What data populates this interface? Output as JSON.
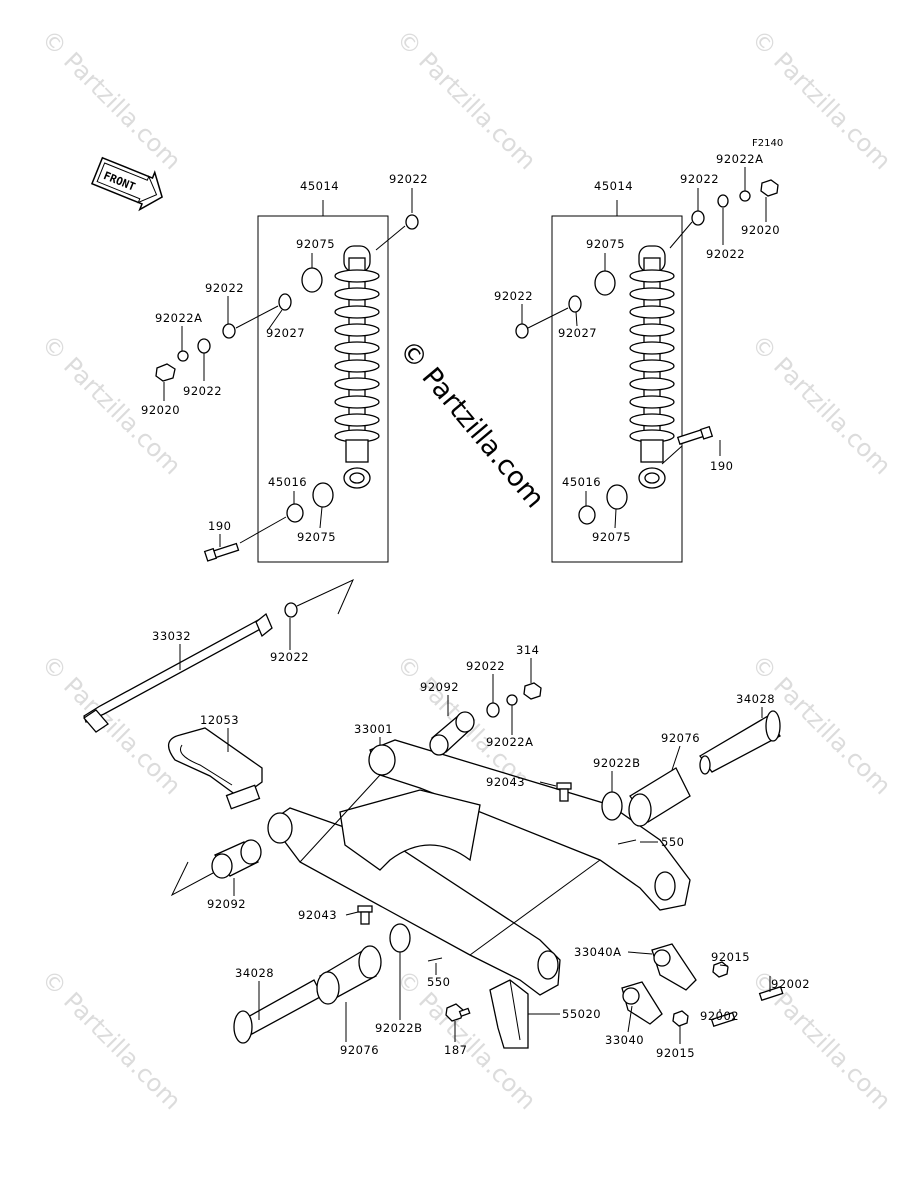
{
  "diagram_code": "F2140",
  "front_label": "FRONT",
  "watermark": "© Partzilla.com",
  "labels": {
    "l_45014_left": "45014",
    "l_92022_left_top": "92022",
    "l_92075_left_top": "92075",
    "l_92022_left_mid": "92022",
    "l_92022A_left": "92022A",
    "l_92027_left": "92027",
    "l_92022_left_low": "92022",
    "l_92020_left": "92020",
    "l_45016_left": "45016",
    "l_190_left": "190",
    "l_92075_left_bot": "92075",
    "l_45014_right": "45014",
    "l_92022A_right": "92022A",
    "l_92022_right_top": "92022",
    "l_92020_right": "92020",
    "l_92075_right_top": "92075",
    "l_92022_right_mid": "92022",
    "l_92022_right_left": "92022",
    "l_92027_right": "92027",
    "l_190_right": "190",
    "l_45016_right": "45016",
    "l_92075_right_bot": "92075",
    "l_33032": "33032",
    "l_92022_axle": "92022",
    "l_314": "314",
    "l_92022_upper": "92022",
    "l_92092_upper": "92092",
    "l_92022A_upper": "92022A",
    "l_34028_right": "34028",
    "l_12053": "12053",
    "l_33001": "33001",
    "l_92076_right": "92076",
    "l_92043_upper": "92043",
    "l_92022B_right": "92022B",
    "l_550_upper": "550",
    "l_92092_lower": "92092",
    "l_92043_lower": "92043",
    "l_33040A": "33040A",
    "l_92015_upper": "92015",
    "l_92002_upper": "92002",
    "l_34028_left": "34028",
    "l_550_lower": "550",
    "l_92076_left": "92076",
    "l_92022B_left": "92022B",
    "l_187": "187",
    "l_55020": "55020",
    "l_33040": "33040",
    "l_92002_lower": "92002",
    "l_92015_lower": "92015"
  }
}
